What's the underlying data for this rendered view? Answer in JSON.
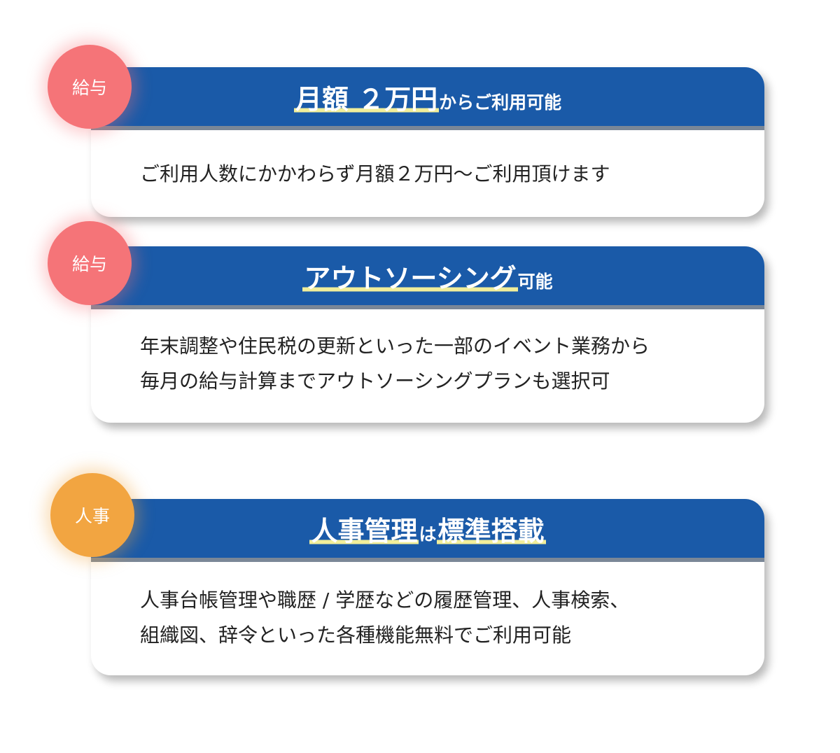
{
  "cards": [
    {
      "badge": "給与",
      "badge_color": "#f57478",
      "title_main": "月額 ２万円",
      "title_suffix": "からご利用可能",
      "body_lines": [
        "ご利用人数にかかわらず月額２万円〜ご利用頂けます"
      ]
    },
    {
      "badge": "給与",
      "badge_color": "#f57478",
      "title_main": "アウトソーシング",
      "title_suffix": "可能",
      "body_lines": [
        "年末調整や住民税の更新といった一部のイベント業務から",
        "毎月の給与計算までアウトソーシングプランも選択可"
      ]
    },
    {
      "badge": "人事",
      "badge_color": "#f2a541",
      "title_part1": "人事管理",
      "title_mid": "は",
      "title_part2": "標準搭載",
      "body_lines": [
        "人事台帳管理や職歴 / 学歴などの履歴管理、人事検索、",
        "組織図、辞令といった各種機能無料でご利用可能"
      ]
    }
  ],
  "colors": {
    "header_blue": "#1a5aa8",
    "highlight_yellow": "#f1ee9a",
    "header_border": "#7a8797"
  }
}
